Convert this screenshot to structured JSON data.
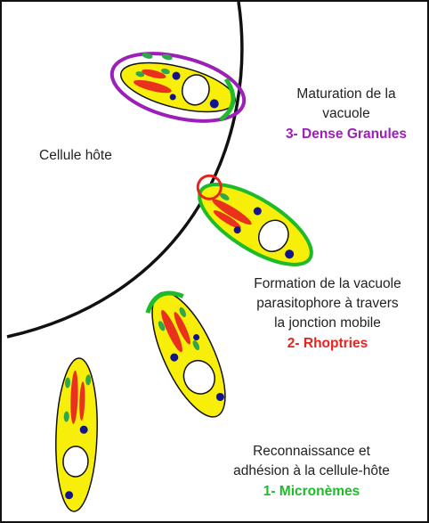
{
  "labels": {
    "host_cell": "Cellule hôte",
    "step3_line1": "Maturation de la",
    "step3_line2": "vacuole",
    "step3_title": "3- Dense Granules",
    "step2_line1": "Formation de la vacuole",
    "step2_line2": "parasitophore à travers",
    "step2_line3": "la jonction mobile",
    "step2_title": "2- Rhoptries",
    "step1_line1": "Reconnaissance et",
    "step1_line2": "adhésion à la cellule-hôte",
    "step1_title": "1- Micronèmes"
  },
  "colors": {
    "parasite_fill": "#f7ee0a",
    "nucleus": "#ffffff",
    "granule": "#13138c",
    "rhoptry": "#e8321e",
    "microneme": "#2ea84a",
    "dense_granule": "#9b1fb8",
    "step1_accent": "#1dbb2a",
    "step2_accent": "#e8241e",
    "step3_accent": "#9b1fb8",
    "host_membrane": "#111111"
  }
}
